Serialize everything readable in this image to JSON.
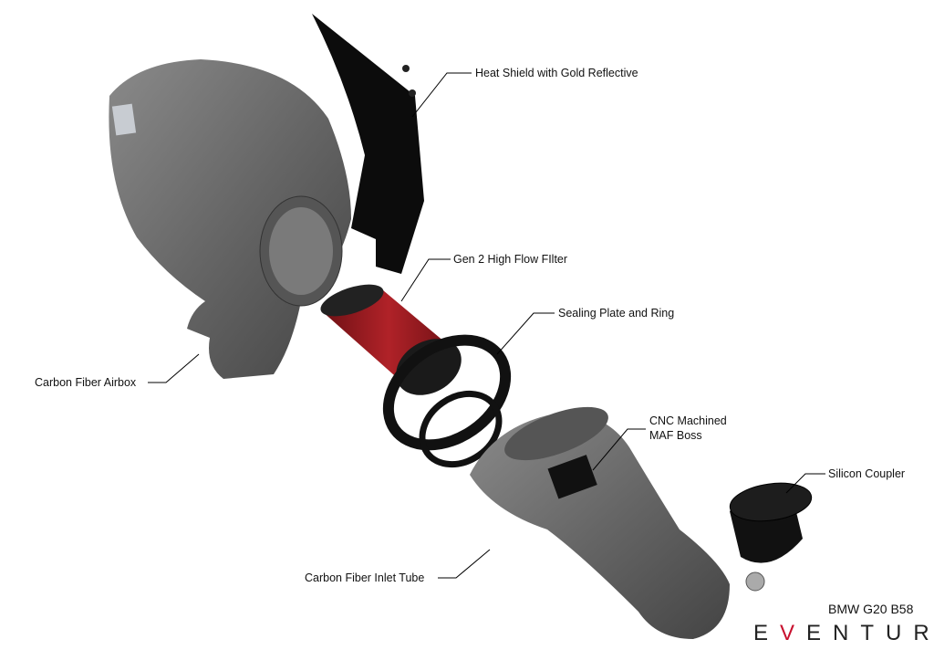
{
  "labels": {
    "heat_shield": "Heat Shield with Gold Reflective",
    "filter": "Gen 2 High Flow FIlter",
    "sealing": "Sealing Plate and Ring",
    "cnc_line1": "CNC Machined",
    "cnc_line2": "MAF Boss",
    "coupler": "Silicon Coupler",
    "airbox": "Carbon Fiber Airbox",
    "inlet_tube": "Carbon Fiber Inlet Tube"
  },
  "model": "BMW G20 B58",
  "brand": {
    "text": "EVENTURI",
    "accent": "#c8102e"
  },
  "colors": {
    "carbon_grey": "#6b6b6b",
    "filter_red": "#8e1a1e",
    "black_part": "#111111"
  }
}
